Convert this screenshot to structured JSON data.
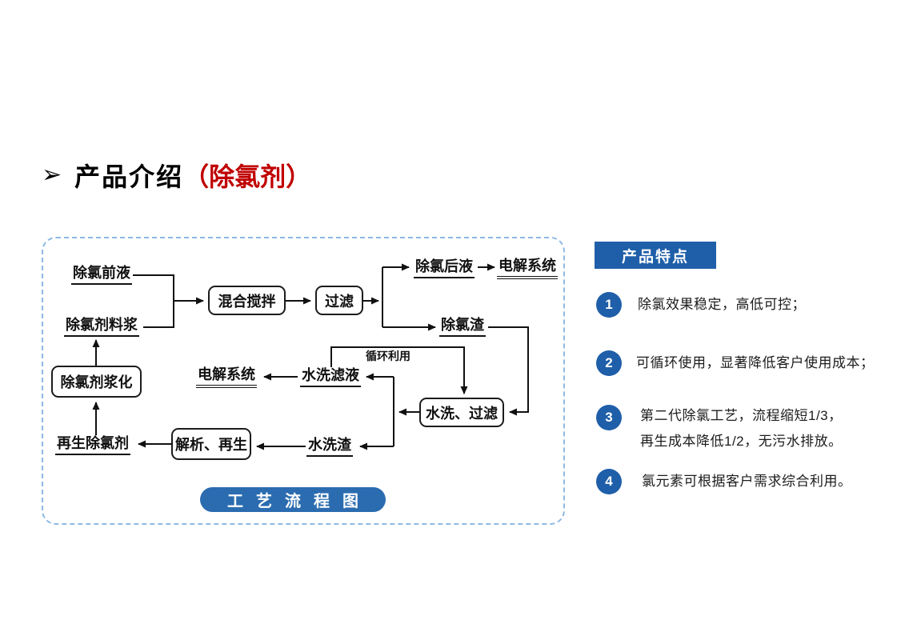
{
  "title": {
    "bullet": "➢",
    "text": "产品介绍",
    "highlight": "（除氯剂）"
  },
  "diagram": {
    "caption": "工艺流程图",
    "cycle_label": "循环利用",
    "boxes": {
      "mix": "混合搅拌",
      "filter": "过滤",
      "wash_filter": "水洗、过滤",
      "slurrify": "除氯剂浆化",
      "desorb_regen": "解析、再生"
    },
    "labels": {
      "pre_liquid": "除氯前液",
      "agent_slurry": "除氯剂料浆",
      "post_liquid": "除氯后液",
      "electrolysis_top": "电解系统",
      "residue": "除氯渣",
      "wash_filtrate": "水洗滤液",
      "electrolysis_mid": "电解系统",
      "wash_residue": "水洗渣",
      "regen_agent": "再生除氯剂"
    }
  },
  "features": {
    "header": "产品特点",
    "items": [
      {
        "num": "1",
        "lines": [
          "除氯效果稳定，高低可控；"
        ]
      },
      {
        "num": "2",
        "lines": [
          "可循环使用，显著降低客户使用成本；"
        ]
      },
      {
        "num": "3",
        "lines": [
          "第二代除氯工艺，流程缩短1/3，",
          "再生成本降低1/2，无污水排放。"
        ]
      },
      {
        "num": "4",
        "lines": [
          "氯元素可根据客户需求综合利用。"
        ]
      }
    ]
  },
  "colors": {
    "accent-blue": "#2b6cb0",
    "header-blue": "#1f5fa9",
    "title-red": "#c00000",
    "border-blue": "#8fb9e4",
    "ink": "#111111"
  }
}
